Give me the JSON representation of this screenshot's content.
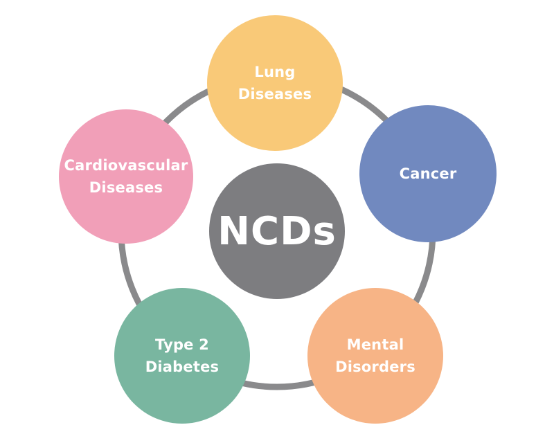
{
  "diagram": {
    "center": {
      "label": "NCDs",
      "color": "#7d7d80"
    },
    "ring_color": "#8a8a8c",
    "nodes": [
      {
        "key": "lung",
        "label": "Lung\nDiseases",
        "color": "#f9c978"
      },
      {
        "key": "cancer",
        "label": "Cancer",
        "color": "#7189bf"
      },
      {
        "key": "mental",
        "label": "Mental\nDisorders",
        "color": "#f7b486"
      },
      {
        "key": "diabetes",
        "label": "Type 2\nDiabetes",
        "color": "#79b6a0"
      },
      {
        "key": "cardio",
        "label": "Cardiovascular\nDiseases",
        "color": "#f19fb8"
      }
    ]
  }
}
